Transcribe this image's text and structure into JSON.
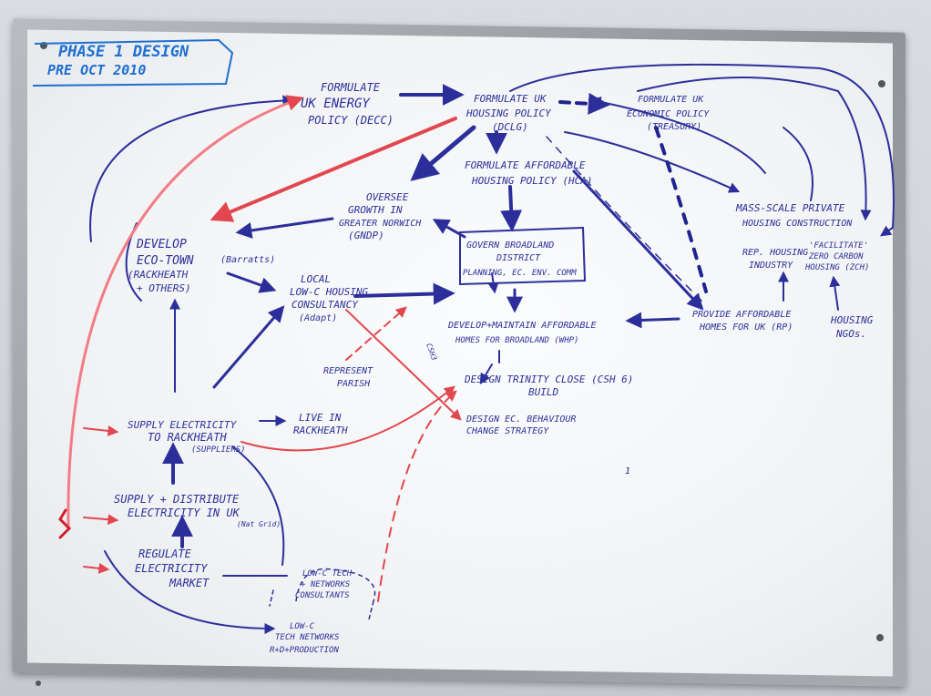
{
  "header": {
    "line1": "PHASE 1 DESIGN",
    "line2": "PRE OCT 2010"
  },
  "nodes": {
    "energy_policy": [
      "FORMULATE",
      "UK ENERGY",
      "POLICY (DECC)"
    ],
    "housing_policy": [
      "FORMULATE UK",
      "HOUSING POLICY",
      "(DCLG)"
    ],
    "economic_policy": [
      "FORMULATE UK",
      "ECONOMIC POLICY",
      "(TREASURY)"
    ],
    "affordable_policy": [
      "FORMULATE AFFORDABLE",
      "HOUSING POLICY (HCA)"
    ],
    "oversee_growth": [
      "OVERSEE",
      "GROWTH IN",
      "GREATER NORWICH",
      "(GNDP)"
    ],
    "govern_broadland": [
      "GOVERN BROADLAND",
      "DISTRICT",
      "PLANNING, EC. ENV. COMM"
    ],
    "mass_scale": [
      "MASS-SCALE PRIVATE",
      "HOUSING CONSTRUCTION"
    ],
    "rep_industry": [
      "REP. HOUSING",
      "INDUSTRY"
    ],
    "facilitate": [
      "'FACILITATE'",
      "ZERO CARBON",
      "HOUSING (ZCH)"
    ],
    "housing_ngos": [
      "HOUSING",
      "NGOs."
    ],
    "eco_town": [
      "DEVELOP",
      "ECO-TOWN",
      "(RACKHEATH",
      "+ OTHERS)"
    ],
    "barratts": "(Barratts)",
    "consultancy": [
      "LOCAL",
      "LOW-C HOUSING",
      "CONSULTANCY",
      "(Adapt)"
    ],
    "provide_affordable": [
      "PROVIDE AFFORDABLE",
      "HOMES FOR UK (RP)"
    ],
    "develop_maintain": [
      "DEVELOP+MAINTAIN AFFORDABLE",
      "HOMES FOR BROADLAND (WHP)"
    ],
    "represent_parish": [
      "REPRESENT",
      "PARISH"
    ],
    "design_trinity": [
      "DESIGN TRINITY CLOSE (CSH 6)",
      "BUILD"
    ],
    "design_behaviour": [
      "DESIGN EC. BEHAVIOUR",
      "CHANGE STRATEGY"
    ],
    "supply_rackheath": [
      "SUPPLY ELECTRICITY",
      "TO RACKHEATH",
      "(SUPPLIERS)"
    ],
    "live_in": [
      "LIVE IN",
      "RACKHEATH"
    ],
    "supply_distribute": [
      "SUPPLY + DISTRIBUTE",
      "ELECTRICITY IN UK",
      "(Nat Grid)"
    ],
    "regulate": [
      "REGULATE",
      "ELECTRICITY",
      "MARKET"
    ],
    "lowc_tech": [
      "LOW-C TECH",
      "+ NETWORKS",
      "CONSULTANTS"
    ],
    "lowc_mfr": [
      "LOW-C",
      "TECH NETWORKS",
      "R+D+PRODUCTION"
    ],
    "csh3": "CSH3",
    "mark": "1"
  },
  "colors": {
    "blue_pen": "#2c2f9a",
    "dark_blue_pen": "#1e2390",
    "red_pen": "#e2474f",
    "header_pen": "#1f6fd0"
  }
}
